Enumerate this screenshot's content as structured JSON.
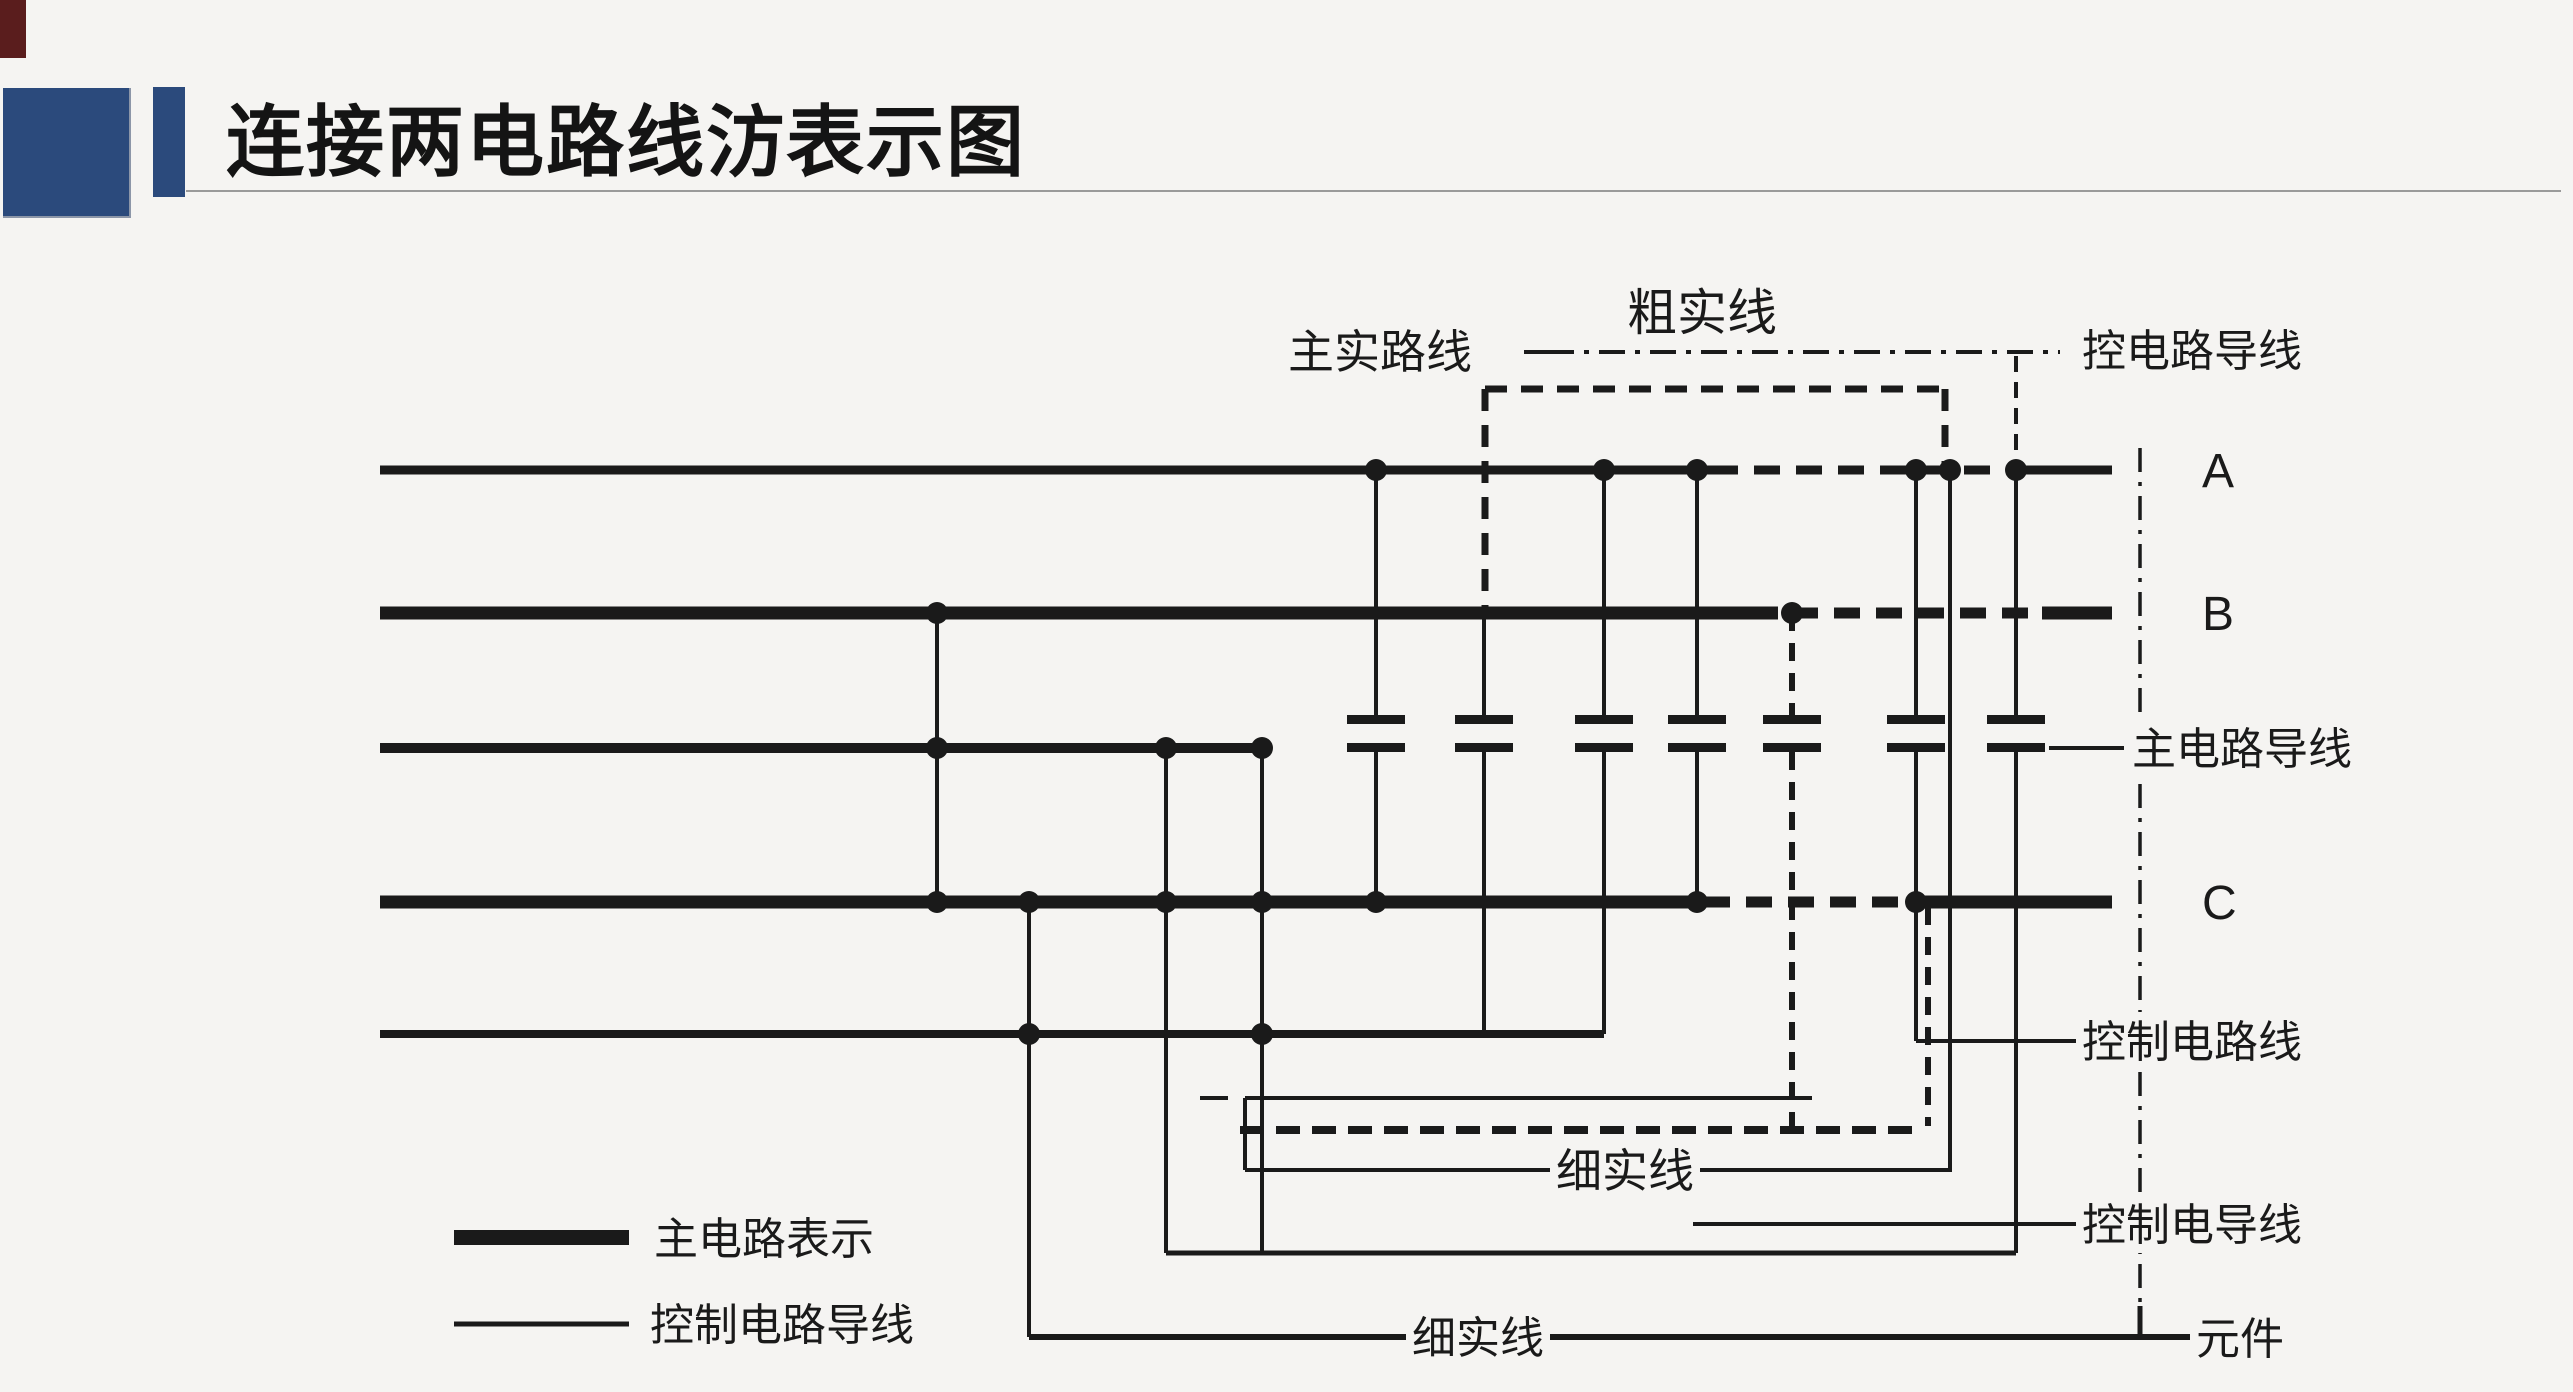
{
  "page": {
    "background": "#f5f4f2",
    "line_color": "#1a1a1a"
  },
  "header": {
    "title": "连接两电路线汸表示图",
    "accent_color": "#2b4a7c",
    "corner_color": "#5a1d1d"
  },
  "diagram": {
    "labels": {
      "top_left": "主实路线",
      "top_center": "粗实线",
      "top_right": "控电路导线",
      "phase_a": "A",
      "phase_b": "B",
      "main_conductor": "主电路导线",
      "phase_c": "C",
      "control_line": "控制电路线",
      "thin_solid_mid": "细实线",
      "control_conductor": "控制电导线",
      "thin_solid_bottom": "细实线",
      "component": "元件"
    },
    "legend": [
      {
        "label": "主电路表示",
        "style": "thick-solid-line"
      },
      {
        "label": "控制电路导线",
        "style": "thin-solid-line"
      }
    ]
  }
}
